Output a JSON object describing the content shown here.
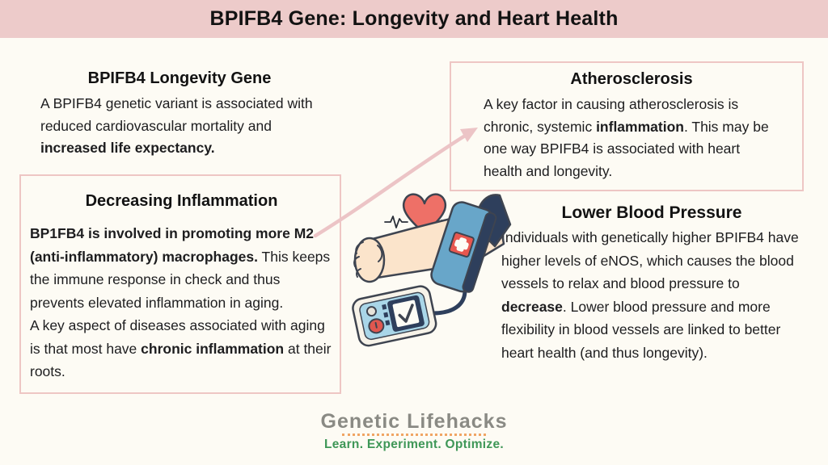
{
  "page": {
    "title": "BPIFB4 Gene: Longevity and Heart Health"
  },
  "sections": {
    "longevity": {
      "heading": "BPIFB4 Longevity Gene",
      "body": [
        "A BPIFB4 genetic variant is associated with reduced cardiovascular mortality and ",
        "increased life expectancy."
      ]
    },
    "atherosclerosis": {
      "heading": "Atherosclerosis",
      "body": [
        "A key factor in causing atherosclerosis is chronic, systemic ",
        "inflammation",
        ". This may be one way BPIFB4 is associated with heart health and longevity."
      ]
    },
    "inflammation": {
      "heading": "Decreasing Inflammation",
      "body": [
        "BP1FB4 is involved in promoting more M2 (anti-inflammatory) macrophages.",
        " This keeps the immune response in check and thus prevents elevated inflammation in aging.",
        "A key aspect of diseases associated with aging is that most have ",
        "chronic inflammation",
        " at their roots."
      ]
    },
    "blood_pressure": {
      "heading": "Lower Blood Pressure",
      "body": [
        "Individuals with genetically higher BPIFB4 have higher levels of eNOS, which causes the blood vessels to relax and blood pressure to ",
        "decrease",
        ". Lower blood pressure and more flexibility in blood vessels are linked to better heart health (and thus longevity)."
      ]
    }
  },
  "illustration": {
    "icons": [
      "heart-icon",
      "ecg-pulse-icon",
      "arm-with-cuff-icon",
      "blood-pressure-monitor-icon",
      "curved-arrow-icon"
    ]
  },
  "footer": {
    "brand": "Genetic Lifehacks",
    "tagline": "Learn. Experiment. Optimize."
  },
  "colors": {
    "banner_pink": "#edcbca",
    "background_cream": "#fdfbf4",
    "box_border_pink": "#eec6c4",
    "arrow_pink": "#ecc4c6",
    "heart_red": "#ee7067",
    "cuff_blue": "#68a6c9",
    "navy": "#2e3f5c",
    "skin": "#fbe4cb",
    "brand_gray": "#8a8a84",
    "brand_green": "#3f9757",
    "dot_orange": "#f0a564"
  }
}
